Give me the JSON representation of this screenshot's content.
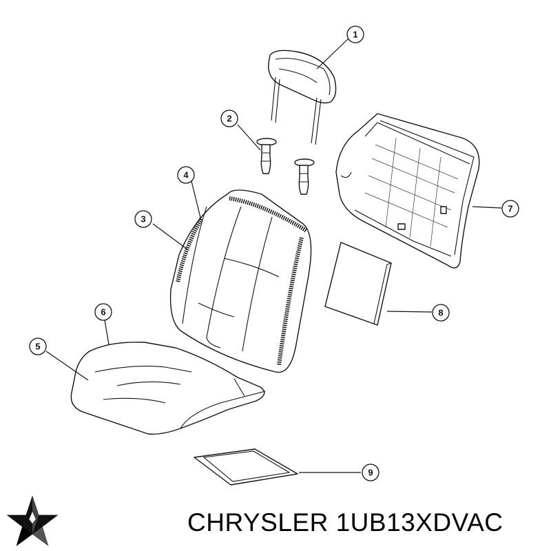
{
  "brand": "CHRYSLER",
  "part_number": "1UB13XDVAC",
  "callouts": [
    "1",
    "2",
    "3",
    "4",
    "5",
    "6",
    "7",
    "8",
    "9"
  ],
  "icons": {
    "logo": "chrysler-pentastar-icon"
  }
}
